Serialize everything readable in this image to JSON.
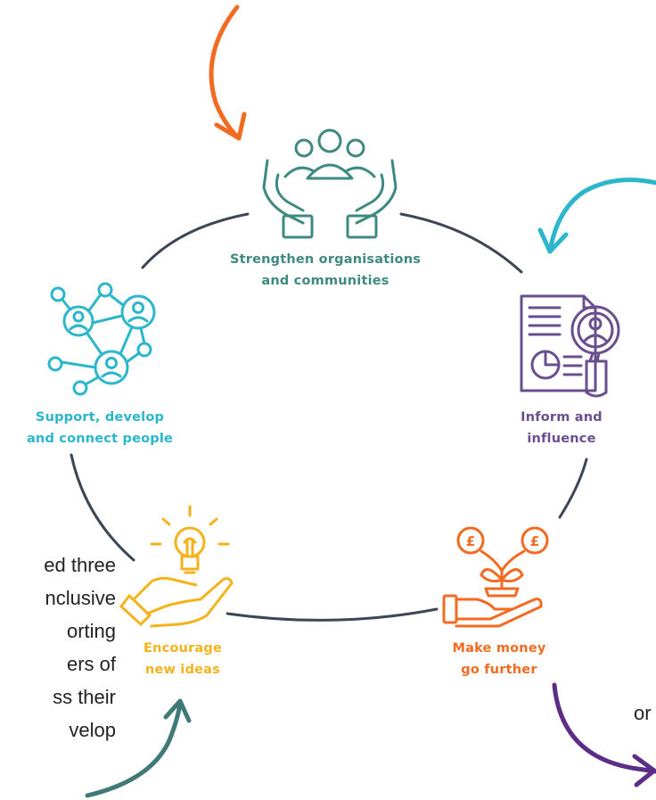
{
  "colors": {
    "teal": "#3f8a80",
    "cyan": "#2bb6cc",
    "purple": "#6a4f8f",
    "orange": "#f26b21",
    "yellow": "#f4b31d",
    "ring": "#3e4654",
    "dark_purple": "#5b2d86",
    "dark_teal": "#3f7a78"
  },
  "nodes": {
    "strengthen": {
      "line1": "Strengthen organisations",
      "line2": "and communities",
      "icon": "people-hands-icon"
    },
    "inform": {
      "line1": "Inform and",
      "line2": "influence",
      "icon": "report-magnifier-icon"
    },
    "money": {
      "line1": "Make money",
      "line2": "go further",
      "icon": "coins-plant-hand-icon"
    },
    "ideas": {
      "line1": "Encourage",
      "line2": "new ideas",
      "icon": "lightbulb-hand-icon"
    },
    "connect": {
      "line1": "Support, develop",
      "line2": "and connect people",
      "icon": "people-network-icon"
    }
  },
  "left_text": [
    "ed three",
    "nclusive",
    "orting",
    "ers of",
    "ss their",
    "velop"
  ],
  "right_text": [
    "or"
  ]
}
